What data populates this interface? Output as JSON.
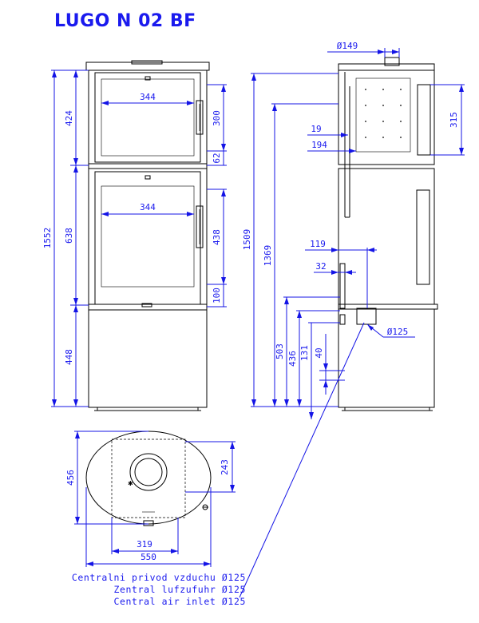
{
  "title": "LUGO N 02 BF",
  "front_view": {
    "height_total": "1552",
    "height_top_section": "424",
    "height_mid_section": "638",
    "height_base": "448",
    "window_width_top": "344",
    "window_width_mid": "344",
    "handle_height_top": "300",
    "gap_top": "62",
    "handle_height_mid": "438",
    "gap_mid": "100"
  },
  "side_view": {
    "flue_diameter": "Ø149",
    "height_flue_top": "1509",
    "height_flue_rear": "1369",
    "height_air_inlet": "503",
    "height_436": "436",
    "height_131": "131",
    "height_40": "40",
    "offset_19": "19",
    "offset_194": "194",
    "height_315": "315",
    "offset_119": "119",
    "offset_32": "32",
    "air_inlet_diameter": "Ø125"
  },
  "plan_view": {
    "depth": "456",
    "width": "550",
    "inner_width": "319",
    "offset_243": "243"
  },
  "caption": [
    "Centralni privod vzduchu Ø125",
    "Zentral lufzufuhr Ø125",
    "Central air inlet Ø125"
  ]
}
